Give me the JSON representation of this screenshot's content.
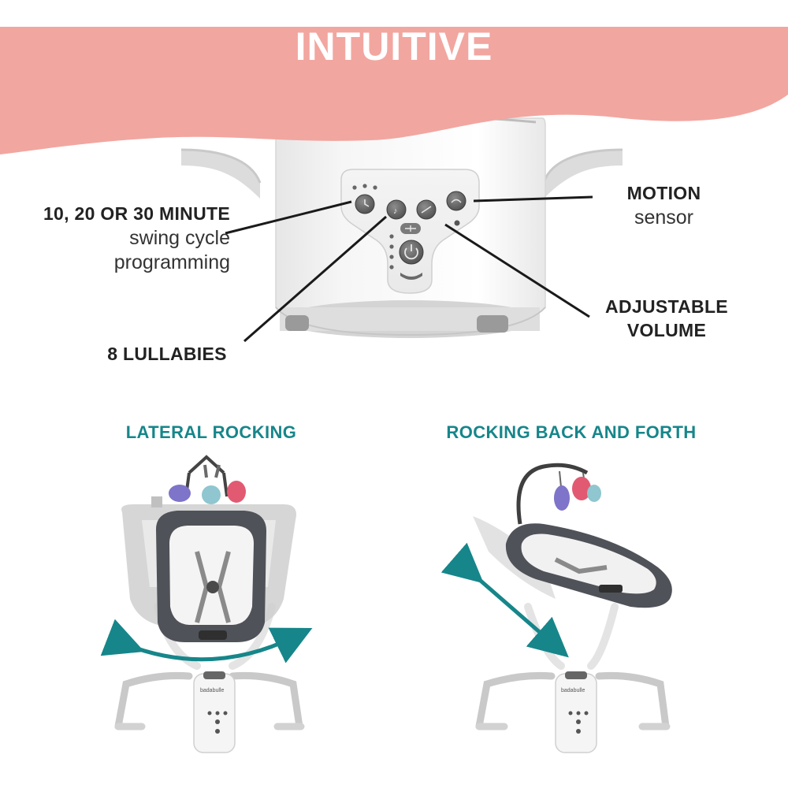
{
  "banner": {
    "title": "INTUITIVE",
    "color": "#f2a6a0"
  },
  "callouts": {
    "timer": {
      "heading": "10, 20 OR 30 MINUTE",
      "line1": "swing cycle",
      "line2": "programming"
    },
    "motion": {
      "heading": "MOTION",
      "line1": "sensor"
    },
    "volume": {
      "line1": "ADJUSTABLE",
      "line2": "VOLUME"
    },
    "lullabies": {
      "heading": "8 LULLABIES"
    }
  },
  "sections": {
    "left_title": "LATERAL ROCKING",
    "right_title": "ROCKING BACK AND FORTH",
    "accent_color": "#16868a"
  },
  "product": {
    "brand_left": "badabulle",
    "brand_right": "badabulle"
  }
}
